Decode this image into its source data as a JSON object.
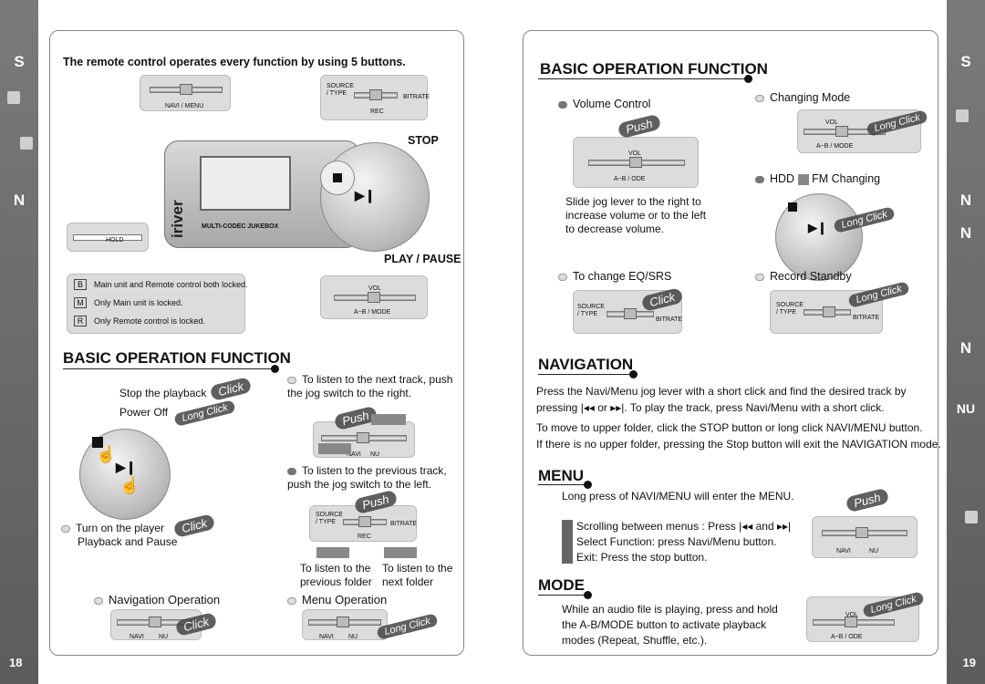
{
  "left": {
    "intro": "The remote control operates every function by using 5 buttons.",
    "navi_menu": "NAVI / MENU",
    "source_type": "SOURCE\n/ TYPE",
    "bitrate": "BITRATE",
    "rec": "REC",
    "stop": "STOP",
    "play_pause": "PLAY / PAUSE",
    "vol": "VOL",
    "ab_mode": "A−B / MODE",
    "hold": "HOLD",
    "device_brand": "iriver",
    "device_text": "MULTI-CODEC JUKEBOX",
    "locks": [
      {
        "key": "B",
        "text": "Main unit and Remote control both locked."
      },
      {
        "key": "M",
        "text": "Only Main unit is locked."
      },
      {
        "key": "R",
        "text": "Only Remote control is locked."
      }
    ],
    "section_title": "BASIC OPERATION FUNCTION",
    "stop_playback": "Stop the playback",
    "power_off": "Power Off",
    "turn_on": "Turn on the player",
    "playback_pause": "Playback and Pause",
    "next_track": "To listen to the next track, push\nthe jog switch to the right.",
    "prev_track": "To listen to the previous track,\npush the jog switch to the left.",
    "prev_folder": "To listen to the\nprevious folder",
    "next_folder": "To listen to the\nnext folder",
    "nav_operation": "Navigation Operation",
    "menu_operation": "Menu Operation",
    "navi_short": "NAVI",
    "nu": "NU",
    "click": "Click",
    "long_click": "Long Click",
    "push": "Push",
    "page": "18"
  },
  "right": {
    "section_title": "BASIC OPERATION FUNCTION",
    "volume_control": "Volume Control",
    "changing_mode": "Changing Mode",
    "hdd": "HDD",
    "fm_changing": "FM Changing",
    "slide_text": "Slide jog lever to the right to\nincrease volume or to the left\nto decrease volume.",
    "eq_srs": "To change EQ/SRS",
    "record_standby": "Record Standby",
    "vol": "VOL",
    "ab_mode": "A−B / MODE",
    "ab_short": "A−B /",
    "ode": "ODE",
    "source_type": "SOURCE\n/ TYPE",
    "bitrate": "BITRATE",
    "navigation_title": "NAVIGATION",
    "nav_p1a": "Press the Navi/Menu jog lever with a short click and find the desired track by",
    "nav_p1b": "pressing ",
    "nav_or": " or ",
    "nav_p1c": ". To play the track, press Navi/Menu with a short click.",
    "nav_p2": "To move to upper folder, click the STOP button or long click NAVI/MENU button.",
    "nav_p3": "If there is no upper folder, pressing the Stop button will exit the NAVIGATION mode.",
    "menu_title": "MENU",
    "menu_p1": "Long press of NAVI/MENU will enter the MENU.",
    "menu_scroll": "Scrolling between menus : Press ",
    "menu_and": " and ",
    "menu_select": "Select Function: press Navi/Menu button.",
    "menu_exit": "Exit: Press the stop button.",
    "mode_title": "MODE",
    "mode_text": "While an audio file is playing, press and hold\nthe A-B/MODE button to activate playback\nmodes (Repeat, Shuffle, etc.).",
    "navi_short": "NAVI",
    "nu": "NU",
    "click": "Click",
    "long_click": "Long Click",
    "push": "Push",
    "page": "19"
  },
  "side_letters": {
    "s": "S",
    "n": "N",
    "nu": "NU"
  }
}
